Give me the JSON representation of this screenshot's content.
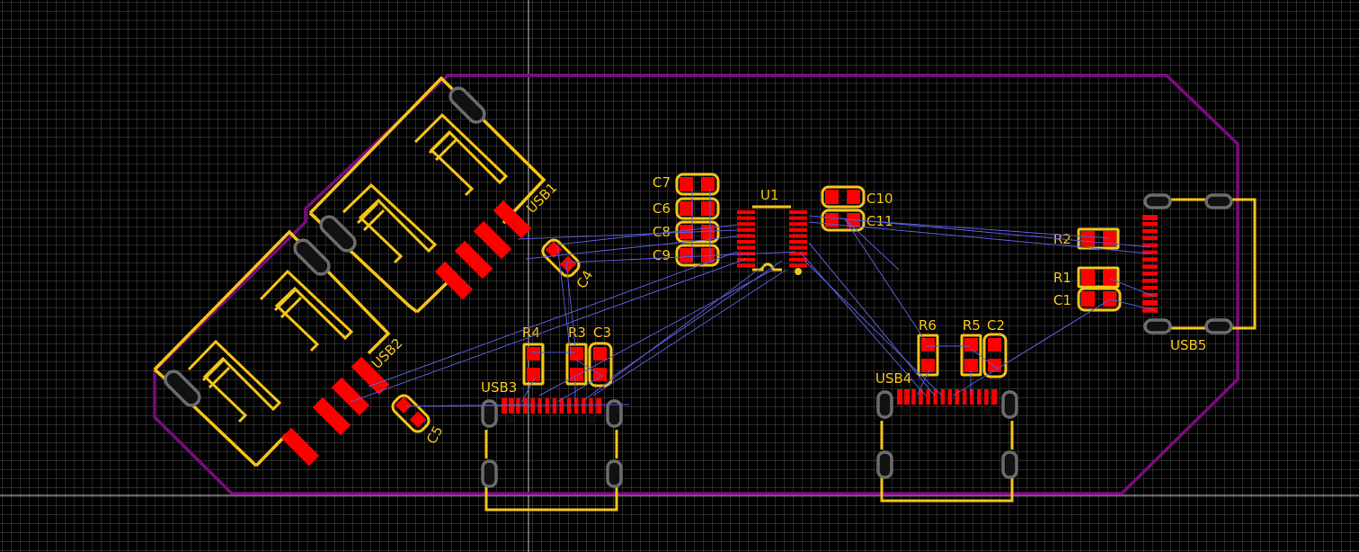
{
  "app": {
    "view": "PCB Editor - Board layout",
    "layers": {
      "copper_color": "#ff0000",
      "silkscreen_color": "#f5c518",
      "board_outline_color": "#7a0a7e",
      "ratsnest_color": "#5a5ad8",
      "pth_ring_color": "#6c6c6c",
      "grid_color": "#5a5a5a",
      "background_color": "#000000"
    }
  },
  "components": {
    "usb1": {
      "ref": "USB1",
      "type": "USB-A receptacle"
    },
    "usb2": {
      "ref": "USB2",
      "type": "USB-A receptacle"
    },
    "usb3": {
      "ref": "USB3",
      "type": "USB-C receptacle"
    },
    "usb4": {
      "ref": "USB4",
      "type": "USB-C receptacle"
    },
    "usb5": {
      "ref": "USB5",
      "type": "USB-C receptacle"
    },
    "u1": {
      "ref": "U1",
      "type": "IC SSOP-20"
    },
    "c1": {
      "ref": "C1"
    },
    "c2": {
      "ref": "C2"
    },
    "c3": {
      "ref": "C3"
    },
    "c4": {
      "ref": "C4"
    },
    "c5": {
      "ref": "C5"
    },
    "c6": {
      "ref": "C6"
    },
    "c7": {
      "ref": "C7"
    },
    "c8": {
      "ref": "C8"
    },
    "c9": {
      "ref": "C9"
    },
    "c10": {
      "ref": "C10"
    },
    "c11": {
      "ref": "C11"
    },
    "r1": {
      "ref": "R1"
    },
    "r2": {
      "ref": "R2"
    },
    "r3": {
      "ref": "R3"
    },
    "r4": {
      "ref": "R4"
    },
    "r5": {
      "ref": "R5"
    },
    "r6": {
      "ref": "R6"
    }
  }
}
